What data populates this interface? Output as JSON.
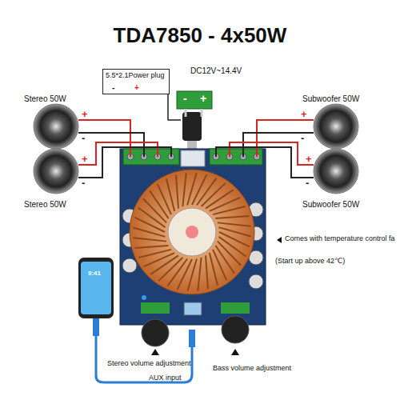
{
  "diagram": {
    "title": "TDA7850 - 4x50W",
    "nodes": [
      {
        "text": [
          "5.5*2.1Power plug"
        ]
      }
    ],
    "labels": [
      "DC12V~14.4V",
      "Stereo 50W",
      "Stereo 50W",
      "Subwoofer 50W",
      "Subwoofer 50W",
      "+",
      "-",
      "+",
      "-",
      "+",
      "-",
      "+",
      "-",
      "-",
      "+",
      "-",
      "+",
      "Comes with temperature control fa",
      "(Start up above 42℃)",
      "Stereo volume adjustment",
      "Bass volume adjustment",
      "AUX input",
      "9:41"
    ]
  }
}
